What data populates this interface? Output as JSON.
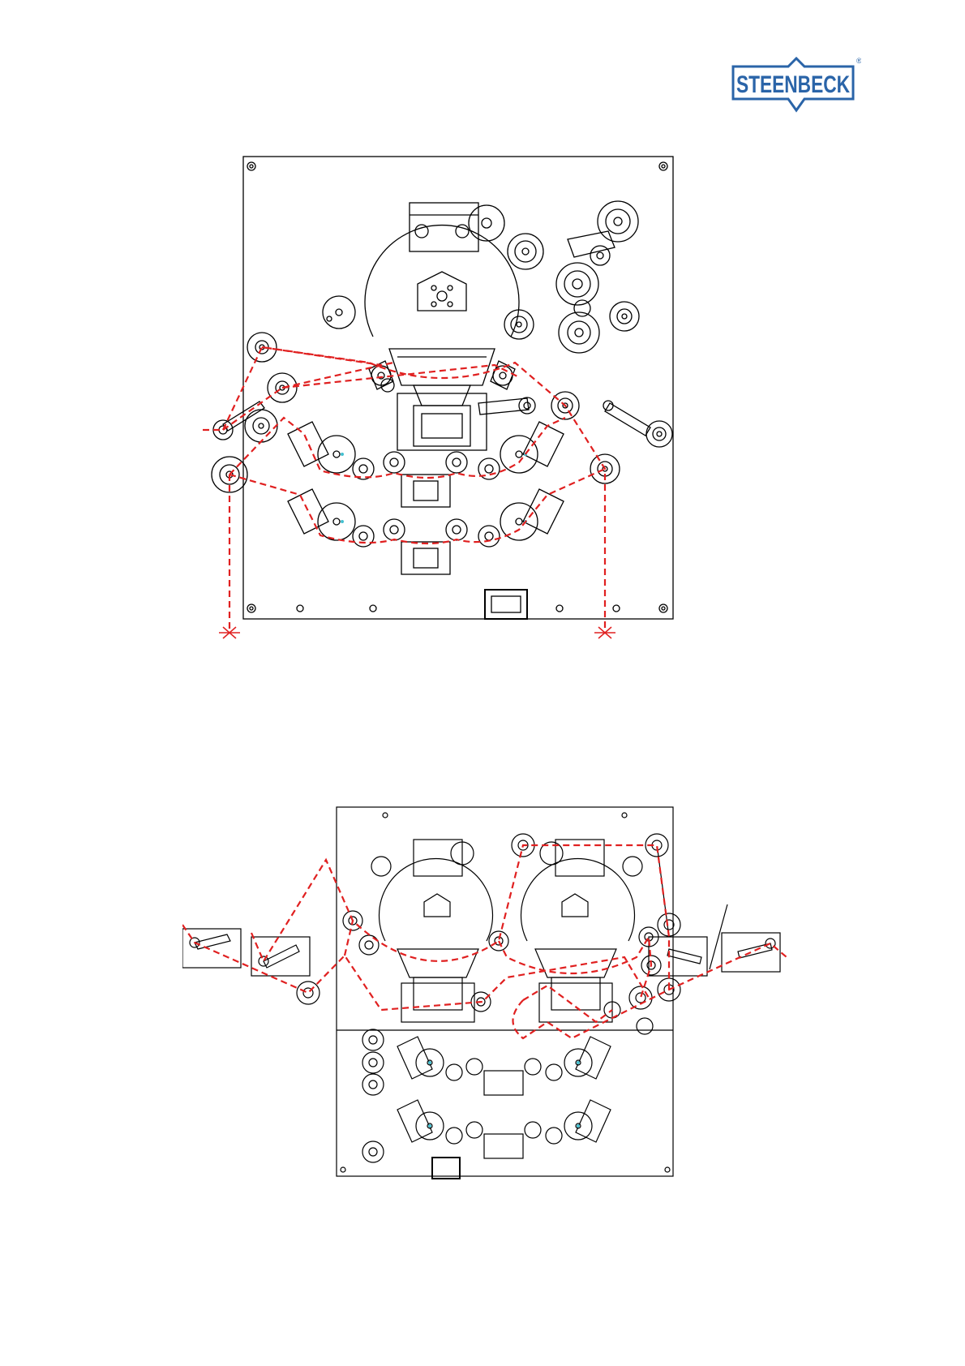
{
  "logo": {
    "text": "STEENBECK",
    "registered_mark": "®",
    "color": "#2a64a8"
  },
  "colors": {
    "line": "#000000",
    "film_path": "#e02020",
    "center_marker": "#44c0d0",
    "background": "#ffffff"
  },
  "figures": [
    {
      "name": "top-threading-diagram",
      "icon": "film-threading-path-single-picture-head"
    },
    {
      "name": "bottom-threading-diagram",
      "icon": "film-threading-path-double-picture-head"
    }
  ]
}
